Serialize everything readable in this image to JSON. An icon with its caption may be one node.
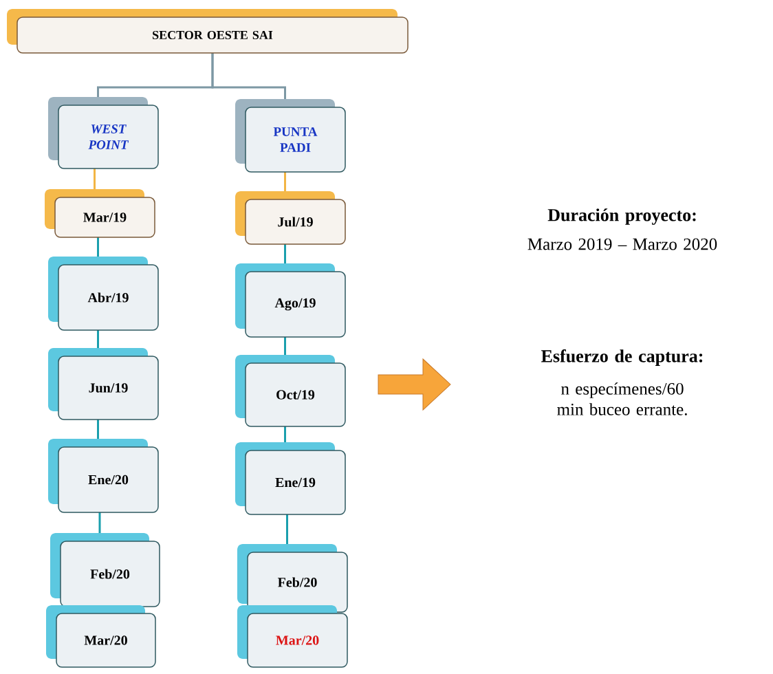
{
  "diagram": {
    "nodes": [
      {
        "text": [
          "SECTOR OESTE SAI"
        ]
      },
      {
        "text": [
          "WEST POINT"
        ]
      },
      {
        "text": [
          "Mar/19"
        ]
      },
      {
        "text": [
          "Abr/19"
        ]
      },
      {
        "text": [
          "Jun/19"
        ]
      },
      {
        "text": [
          "Ene/20"
        ]
      },
      {
        "text": [
          "Feb/20"
        ]
      },
      {
        "text": [
          "Mar/20"
        ]
      },
      {
        "text": [
          "PUNTA PADI"
        ]
      },
      {
        "text": [
          "Jul/19"
        ]
      },
      {
        "text": [
          "Ago/19"
        ]
      },
      {
        "text": [
          "Oct/19"
        ]
      },
      {
        "text": [
          "Ene/19"
        ]
      },
      {
        "text": [
          "Feb/20"
        ]
      },
      {
        "text": [
          "Mar/20"
        ]
      }
    ],
    "edges": [
      {
        "from": 0,
        "to": 1,
        "arrow": "none",
        "color": "#7d98a4"
      },
      {
        "from": 0,
        "to": 8,
        "arrow": "none",
        "color": "#7d98a4"
      },
      {
        "from": 1,
        "to": 2,
        "arrow": "none",
        "color": "#f2b544"
      },
      {
        "from": 2,
        "to": 3,
        "arrow": "none"
      },
      {
        "from": 3,
        "to": 4,
        "arrow": "none"
      },
      {
        "from": 4,
        "to": 5,
        "arrow": "none"
      },
      {
        "from": 5,
        "to": 6,
        "arrow": "none"
      },
      {
        "from": 8,
        "to": 9,
        "arrow": "none",
        "color": "#f2b544"
      },
      {
        "from": 9,
        "to": 10,
        "arrow": "none"
      },
      {
        "from": 10,
        "to": 11,
        "arrow": "none"
      },
      {
        "from": 11,
        "to": 12,
        "arrow": "none"
      },
      {
        "from": 12,
        "to": 13,
        "arrow": "none"
      }
    ],
    "labels": [
      "Duración proyecto:",
      "Marzo 2019 – Marzo 2020",
      "Esfuerzo de captura:",
      "n especímenes/60 min buceo errante."
    ]
  }
}
